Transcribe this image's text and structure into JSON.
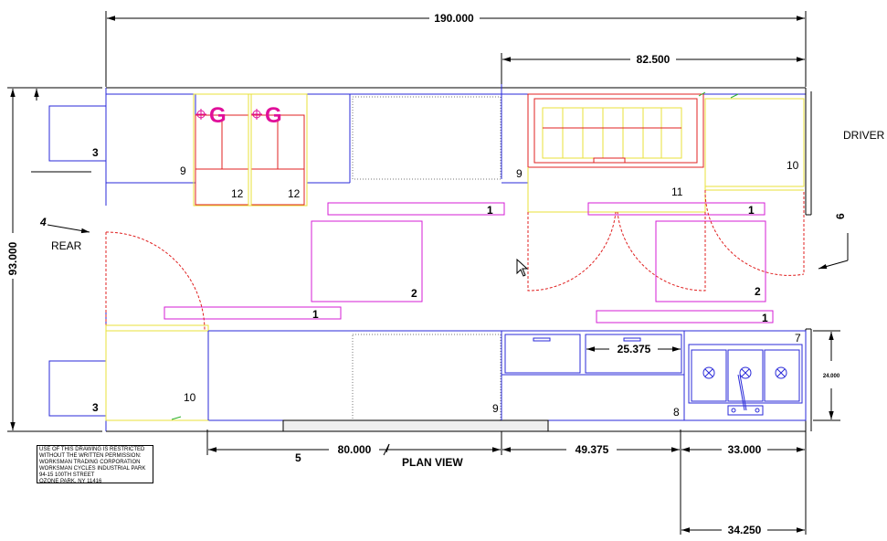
{
  "dimensions": {
    "overall_length": "190.000",
    "front_section": "82.500",
    "overall_width": "93.000",
    "counter_80": "80.000",
    "counter_49": "49.375",
    "counter_33": "33.000",
    "counter_34": "34.250",
    "drawer_25": "25.375",
    "sink_depth": "24.000"
  },
  "labels": {
    "driver": "DRIVER",
    "rear": "REAR",
    "plan_view": "PLAN VIEW",
    "gas_left": "G",
    "gas_right": "G"
  },
  "item_numbers": {
    "rear_box_top": "3",
    "rear_box_bottom": "3",
    "cab_top_left": "9",
    "cab_top_mid": "9",
    "cab_bottom_mid": "9",
    "oven_left": "12",
    "oven_right": "12",
    "fridge_top_right": "10",
    "fridge_bottom_left": "10",
    "shelf_top_mid": "1",
    "shelf_top_right": "1",
    "shelf_bottom_left": "1",
    "shelf_bottom_right": "1",
    "table_left": "2",
    "table_right": "2",
    "display_11": "11",
    "sink_7": "7",
    "leg_8": "8",
    "section_4": "4",
    "section_5": "5",
    "section_6": "6"
  },
  "notes": {
    "lines": [
      "USE OF THIS DRAWING IS RESTRICTED",
      "WITHOUT THE WRITTEN PERMISSION:",
      "WORKSMAN TRADING CORPORATION",
      "WORKSMAN CYCLES INDUSTRIAL PARK",
      "94-15 100TH STREET",
      "OZONE PARK, NY 11416"
    ]
  },
  "colors": {
    "walls": "#2a2ad8",
    "equipment": "#e8e23a",
    "shelves": "#d61ed6",
    "doors": "#e02020",
    "gas": "#e0109a",
    "lines": "#000000"
  }
}
